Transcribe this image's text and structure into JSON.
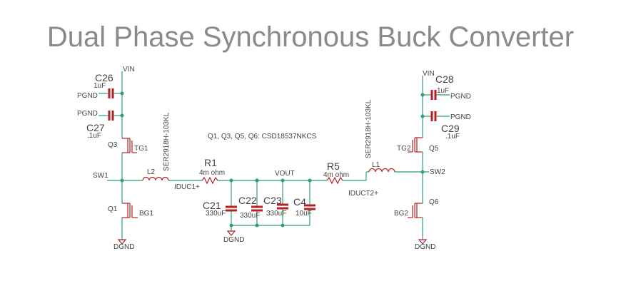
{
  "title": "Dual Phase Synchronous Buck Converter",
  "note": "Q1, Q3, Q5, Q6: CSD18537NKCS",
  "nets": {
    "vin_left": "VIN",
    "vin_right": "VIN",
    "sw1": "SW1",
    "sw2": "SW2",
    "vout": "VOUT",
    "iduc1": "IDUC1+",
    "iduc2": "IDUCT2+",
    "pgnd": "PGND",
    "dgnd": "DGND"
  },
  "components": {
    "c26": {
      "ref": "C26",
      "value": "1uF"
    },
    "c27": {
      "ref": "C27",
      "value": ".1uF"
    },
    "c28": {
      "ref": "C28",
      "value": "1uF"
    },
    "c29": {
      "ref": "C29",
      "value": ".1uF"
    },
    "q1": {
      "ref": "Q1",
      "gate": "BG1"
    },
    "q3": {
      "ref": "Q3",
      "gate": "TG1"
    },
    "q5": {
      "ref": "Q5",
      "gate": "TG2"
    },
    "q6": {
      "ref": "Q6",
      "gate": "BG2"
    },
    "l1": {
      "ref": "L1",
      "part": "SER2918H-103KL"
    },
    "l2": {
      "ref": "L2",
      "part": "SER2918H-103KL"
    },
    "r1": {
      "ref": "R1",
      "value": "4m ohm"
    },
    "r5": {
      "ref": "R5",
      "value": "4m ohm"
    },
    "c21": {
      "ref": "C21",
      "value": "330uF"
    },
    "c22": {
      "ref": "C22",
      "value": "330uF"
    },
    "c23": {
      "ref": "C23",
      "value": "330uF"
    },
    "c4": {
      "ref": "C4",
      "value": "10uF"
    }
  }
}
